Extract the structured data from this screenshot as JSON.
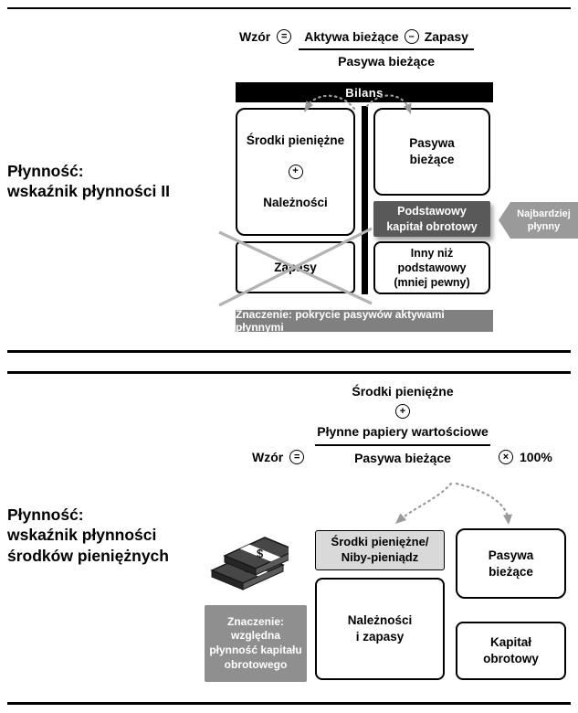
{
  "section1": {
    "title": [
      "Płynność:",
      "wskaźnik płynności II"
    ],
    "formula": {
      "label": "Wzór",
      "eq": "=",
      "num_left": "Aktywa bieżące",
      "minus": "–",
      "num_right": "Zapasy",
      "den": "Pasywa bieżące"
    },
    "bilans": {
      "header": "Bilans",
      "cash": {
        "line1": "Środki pieniężne",
        "plus": "+",
        "line2": "Należności"
      },
      "zapasy": "Zapasy",
      "pasywa": [
        "Pasywa",
        "bieżące"
      ],
      "podstawowy": [
        "Podstawowy",
        "kapitał obrotowy"
      ],
      "inny": [
        "Inny niż",
        "podstawowy",
        "(mniej pewny)"
      ],
      "arrow_label": [
        "Najbardziej",
        "płynny"
      ]
    },
    "znaczenie": "Znaczenie: pokrycie pasywów aktywami płynnymi"
  },
  "section2": {
    "title": [
      "Płynność:",
      "wskaźnik płynności",
      "środków pieniężnych"
    ],
    "formula": {
      "label": "Wzór",
      "eq": "=",
      "num1": "Środki pieniężne",
      "plus": "+",
      "num2": "Płynne papiery wartościowe",
      "den": "Pasywa bieżące",
      "times": "×",
      "pct": "100%"
    },
    "boxes": {
      "cash": [
        "Środki pieniężne/",
        "Niby-pieniądz"
      ],
      "pasywa": [
        "Pasywa",
        "bieżące"
      ],
      "naleznosci": [
        "Należności",
        "i zapasy"
      ],
      "kapital": [
        "Kapitał",
        "obrotowy"
      ]
    },
    "znaczenie": [
      "Znaczenie:",
      "względna",
      "płynność kapitału",
      "obrotowego"
    ]
  },
  "icons": {
    "dollar": "$"
  },
  "colors": {
    "black": "#000000",
    "dark_box": "#595959",
    "meaning_bar": "#808080",
    "meaning_box": "#8f8f8f",
    "cash_box_bg": "#d9d9d9",
    "arrow_gray": "#9a9a9a",
    "cross_gray": "#b3b3b3"
  }
}
